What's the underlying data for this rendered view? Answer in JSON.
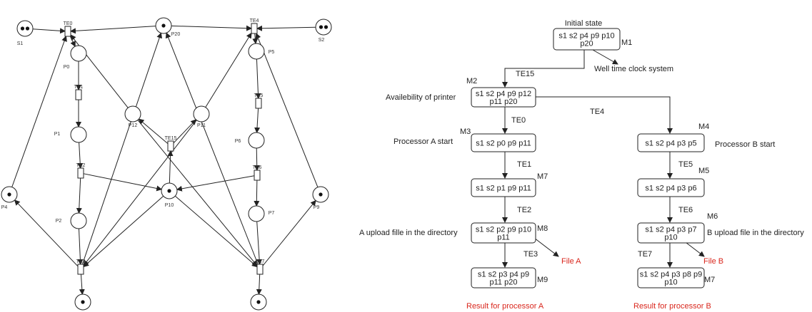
{
  "petri_net": {
    "places": [
      {
        "id": "S1",
        "label": "S1",
        "tokens": 2
      },
      {
        "id": "S2",
        "label": "S2",
        "tokens": 2
      },
      {
        "id": "P20",
        "label": "P20",
        "tokens": 1
      },
      {
        "id": "P0",
        "label": "P0",
        "tokens": 0
      },
      {
        "id": "P1",
        "label": "P1",
        "tokens": 0
      },
      {
        "id": "P2",
        "label": "P2",
        "tokens": 0
      },
      {
        "id": "P12",
        "label": "P12",
        "tokens": 0
      },
      {
        "id": "P11",
        "label": "P11",
        "tokens": 0
      },
      {
        "id": "P5",
        "label": "P5",
        "tokens": 0
      },
      {
        "id": "P6",
        "label": "P6",
        "tokens": 0
      },
      {
        "id": "P7",
        "label": "P7",
        "tokens": 0
      },
      {
        "id": "P10",
        "label": "P10",
        "tokens": 1
      },
      {
        "id": "P4",
        "label": "P4",
        "tokens": 1
      },
      {
        "id": "P9",
        "label": "P9",
        "tokens": 1
      },
      {
        "id": "OUTA",
        "label": "",
        "tokens": 1
      },
      {
        "id": "OUTB",
        "label": "",
        "tokens": 1
      }
    ],
    "transitions": [
      {
        "id": "TE0",
        "label": "TE0"
      },
      {
        "id": "TE4",
        "label": "TE4"
      },
      {
        "id": "TE1",
        "label": "TE1"
      },
      {
        "id": "TE2",
        "label": "TE2"
      },
      {
        "id": "TE3",
        "label": "TE3"
      },
      {
        "id": "TE15",
        "label": "TE15"
      },
      {
        "id": "TE5",
        "label": "TE5"
      },
      {
        "id": "TE6",
        "label": "TE6"
      },
      {
        "id": "TE7",
        "label": "TE7"
      }
    ],
    "arcs": [
      [
        "S1",
        "TE0"
      ],
      [
        "P20",
        "TE0"
      ],
      [
        "TE0",
        "P0"
      ],
      [
        "P0",
        "TE1"
      ],
      [
        "TE1",
        "P1"
      ],
      [
        "P1",
        "TE2"
      ],
      [
        "TE2",
        "P2"
      ],
      [
        "P2",
        "TE3"
      ],
      [
        "TE3",
        "OUTA"
      ],
      [
        "S2",
        "TE4"
      ],
      [
        "P20",
        "TE4"
      ],
      [
        "TE4",
        "P5"
      ],
      [
        "P5",
        "TE5"
      ],
      [
        "TE5",
        "P6"
      ],
      [
        "P6",
        "TE6"
      ],
      [
        "TE6",
        "P7"
      ],
      [
        "P7",
        "TE7"
      ],
      [
        "TE7",
        "OUTB"
      ],
      [
        "P4",
        "TE0"
      ],
      [
        "TE3",
        "P4"
      ],
      [
        "P9",
        "TE4"
      ],
      [
        "TE7",
        "P9"
      ],
      [
        "TE3",
        "P20"
      ],
      [
        "TE7",
        "P20"
      ],
      [
        "TE2",
        "P10"
      ],
      [
        "TE6",
        "P10"
      ],
      [
        "P10",
        "TE3"
      ],
      [
        "P10",
        "TE7"
      ],
      [
        "P10",
        "TE15"
      ],
      [
        "TE15",
        "P12"
      ],
      [
        "TE15",
        "P11"
      ],
      [
        "P12",
        "TE0"
      ],
      [
        "P11",
        "TE4"
      ],
      [
        "P12",
        "TE7"
      ],
      [
        "P11",
        "TE3"
      ]
    ]
  },
  "reachability": {
    "markings": [
      {
        "id": "M1",
        "label": "M1",
        "lines": [
          "s1 s2 p4 p9 p10",
          "p20"
        ]
      },
      {
        "id": "M2",
        "label": "M2",
        "lines": [
          "s1 s2 p4 p9 p12",
          "p11 p20"
        ]
      },
      {
        "id": "M3",
        "label": "M3",
        "lines": [
          "s1 s2 p0 p9 p11"
        ]
      },
      {
        "id": "M7a",
        "label": "M7",
        "lines": [
          "s1 s2 p1 p9 p11"
        ]
      },
      {
        "id": "M8",
        "label": "M8",
        "lines": [
          "s1 s2 p2 p9 p10",
          "p11"
        ]
      },
      {
        "id": "M9",
        "label": "M9",
        "lines": [
          "s1 s2 p3 p4 p9",
          "p11 p20"
        ]
      },
      {
        "id": "M4",
        "label": "M4",
        "lines": [
          "s1 s2 p4 p3 p5"
        ]
      },
      {
        "id": "M5",
        "label": "M5",
        "lines": [
          "s1 s2 p4 p3 p6"
        ]
      },
      {
        "id": "M6",
        "label": "M6",
        "lines": [
          "s1 s2 p4 p3 p7",
          "p10"
        ]
      },
      {
        "id": "M7b",
        "label": "M7",
        "lines": [
          "s1 s2 p4 p3 p8 p9",
          "p10"
        ]
      }
    ],
    "edges": [
      {
        "from": "M1",
        "to": "M2",
        "label": "TE15"
      },
      {
        "from": "M2",
        "to": "M3",
        "label": "TE0"
      },
      {
        "from": "M2",
        "to": "M4",
        "label": "TE4"
      },
      {
        "from": "M3",
        "to": "M7a",
        "label": "TE1"
      },
      {
        "from": "M7a",
        "to": "M8",
        "label": "TE2"
      },
      {
        "from": "M8",
        "to": "M9",
        "label": "TE3"
      },
      {
        "from": "M4",
        "to": "M5",
        "label": "TE5"
      },
      {
        "from": "M5",
        "to": "M6",
        "label": "TE6"
      },
      {
        "from": "M6",
        "to": "M7b",
        "label": "TE7"
      }
    ],
    "annotations": {
      "initial_state": "Initial state",
      "well_time": "Well time clock system",
      "printer": "Availebility of printer",
      "proc_a_start": "Processor A start",
      "proc_b_start": "Processor B start",
      "a_upload": "A upload fille in the directory",
      "b_upload": "B upload file in the directory",
      "file_a": "File A",
      "file_b": "File B",
      "result_a": "Result for processor A",
      "result_b": "Result for processor B"
    },
    "colors": {
      "accent": "#d9261c",
      "line": "#222222"
    }
  }
}
